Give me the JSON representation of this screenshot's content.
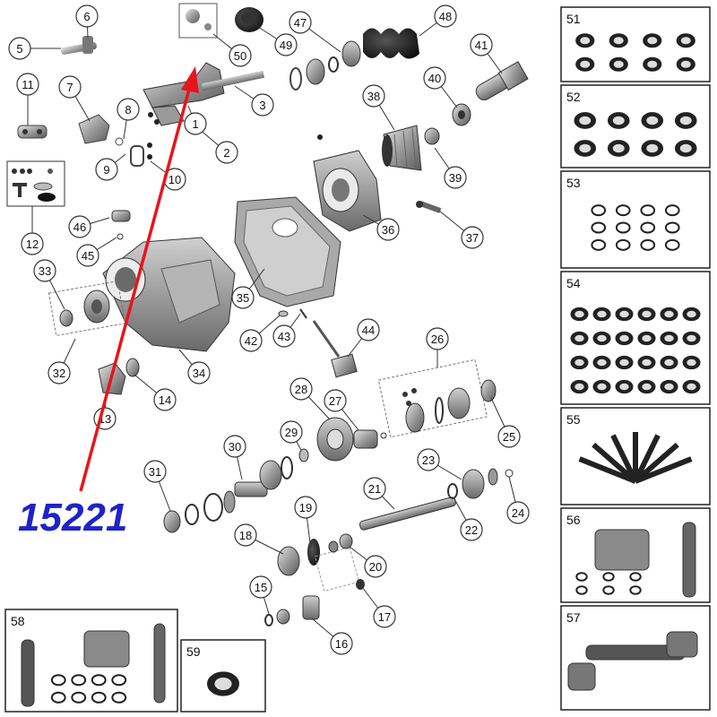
{
  "highlight": {
    "part_number": "15221",
    "color": "#1f23c8",
    "arrow_color": "#e8141b"
  },
  "callouts": [
    {
      "id": "c1",
      "label": "1"
    },
    {
      "id": "c2",
      "label": "2"
    },
    {
      "id": "c3",
      "label": "3"
    },
    {
      "id": "c5",
      "label": "5"
    },
    {
      "id": "c6",
      "label": "6"
    },
    {
      "id": "c7",
      "label": "7"
    },
    {
      "id": "c8",
      "label": "8"
    },
    {
      "id": "c9",
      "label": "9"
    },
    {
      "id": "c10",
      "label": "10"
    },
    {
      "id": "c11",
      "label": "11"
    },
    {
      "id": "c12",
      "label": "12"
    },
    {
      "id": "c13",
      "label": "13"
    },
    {
      "id": "c14",
      "label": "14"
    },
    {
      "id": "c15",
      "label": "15"
    },
    {
      "id": "c16",
      "label": "16"
    },
    {
      "id": "c17",
      "label": "17"
    },
    {
      "id": "c18",
      "label": "18"
    },
    {
      "id": "c19",
      "label": "19"
    },
    {
      "id": "c20",
      "label": "20"
    },
    {
      "id": "c21",
      "label": "21"
    },
    {
      "id": "c22",
      "label": "22"
    },
    {
      "id": "c23",
      "label": "23"
    },
    {
      "id": "c24",
      "label": "24"
    },
    {
      "id": "c25",
      "label": "25"
    },
    {
      "id": "c26",
      "label": "26"
    },
    {
      "id": "c27",
      "label": "27"
    },
    {
      "id": "c28",
      "label": "28"
    },
    {
      "id": "c29",
      "label": "29"
    },
    {
      "id": "c30",
      "label": "30"
    },
    {
      "id": "c31",
      "label": "31"
    },
    {
      "id": "c32",
      "label": "32"
    },
    {
      "id": "c33",
      "label": "33"
    },
    {
      "id": "c34",
      "label": "34"
    },
    {
      "id": "c35",
      "label": "35"
    },
    {
      "id": "c36",
      "label": "36"
    },
    {
      "id": "c37",
      "label": "37"
    },
    {
      "id": "c38",
      "label": "38"
    },
    {
      "id": "c39",
      "label": "39"
    },
    {
      "id": "c40",
      "label": "40"
    },
    {
      "id": "c41",
      "label": "41"
    },
    {
      "id": "c42",
      "label": "42"
    },
    {
      "id": "c43",
      "label": "43"
    },
    {
      "id": "c44",
      "label": "44"
    },
    {
      "id": "c45",
      "label": "45"
    },
    {
      "id": "c46",
      "label": "46"
    },
    {
      "id": "c47",
      "label": "47"
    },
    {
      "id": "c48",
      "label": "48"
    },
    {
      "id": "c49",
      "label": "49"
    },
    {
      "id": "c50",
      "label": "50"
    }
  ],
  "kit_panels": [
    {
      "id": "k51",
      "label": "51",
      "contents": "seal-kit"
    },
    {
      "id": "k52",
      "label": "52",
      "contents": "seal-kit"
    },
    {
      "id": "k53",
      "label": "53",
      "contents": "snap-ring-kit"
    },
    {
      "id": "k54",
      "label": "54",
      "contents": "master-rebuild-kit"
    },
    {
      "id": "k55",
      "label": "55",
      "contents": "tool-kit"
    },
    {
      "id": "k56",
      "label": "56",
      "contents": "housing-kit"
    },
    {
      "id": "k57",
      "label": "57",
      "contents": "driveshaft"
    },
    {
      "id": "k58",
      "label": "58",
      "contents": "housing-driveshaft-kit"
    },
    {
      "id": "k59",
      "label": "59",
      "contents": "seal"
    }
  ]
}
